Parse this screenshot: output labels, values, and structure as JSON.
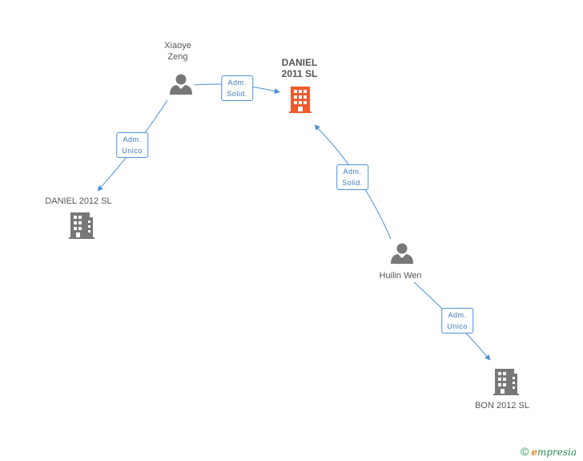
{
  "nodes": {
    "xiaoye": {
      "line1": "Xiaoye",
      "line2": "Zeng"
    },
    "daniel2011": {
      "line1": "DANIEL",
      "line2": "2011 SL"
    },
    "daniel2012": {
      "label": "DANIEL 2012 SL"
    },
    "huilin": {
      "label": "Huilin Wen"
    },
    "bon": {
      "label": "BON 2012 SL"
    }
  },
  "edges": {
    "xiaoye_daniel2011": {
      "line1": "Adm.",
      "line2": "Solid."
    },
    "xiaoye_daniel2012": {
      "line1": "Adm.",
      "line2": "Unico"
    },
    "huilin_daniel2011": {
      "line1": "Adm.",
      "line2": "Solid."
    },
    "huilin_bon": {
      "line1": "Adm.",
      "line2": "Unico"
    }
  },
  "brand": {
    "copyright": "©",
    "e": "e",
    "rest": "mpresia"
  },
  "colors": {
    "edge": "#4a90d9",
    "person": "#777777",
    "company": "#777777",
    "company_main": "#ee5a2e"
  },
  "icons": {
    "person": "person-icon",
    "company": "building-icon"
  }
}
